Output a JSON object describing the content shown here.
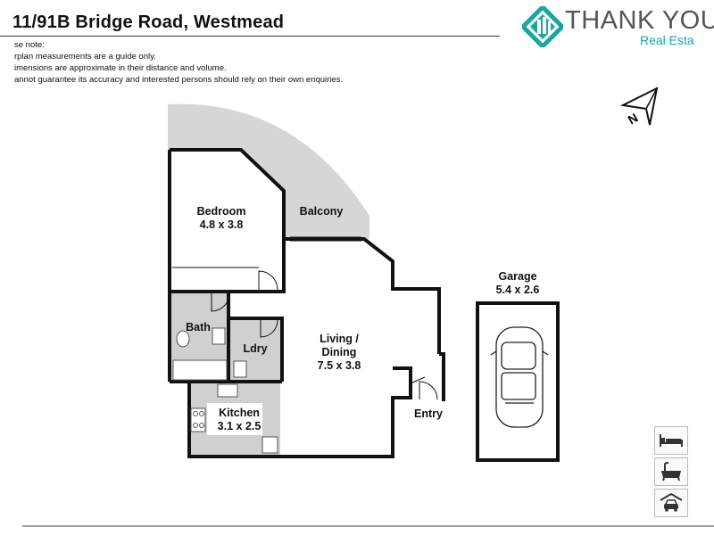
{
  "header": {
    "title": "11/91B Bridge Road, Westmead",
    "notes": [
      "se note:",
      "rplan measurements are a guide only.",
      "imensions are approximate in their distance and volume.",
      "annot guarantee its accuracy and interested persons should rely on their own enquiries."
    ]
  },
  "logo": {
    "name": "THANK YOU",
    "subtitle": "Real Esta",
    "icon": "building-emblem-icon",
    "color": "#1aa6a0"
  },
  "compass": {
    "label": "N",
    "icon": "north-arrow-icon"
  },
  "rooms": {
    "bedroom": {
      "name": "Bedroom",
      "dims": "4.8 x 3.8"
    },
    "balcony": {
      "name": "Balcony"
    },
    "bath": {
      "name": "Bath"
    },
    "laundry": {
      "name": "Ldry"
    },
    "living": {
      "name": "Living /",
      "name2": "Dining",
      "dims": "7.5 x 3.8"
    },
    "kitchen": {
      "name": "Kitchen",
      "dims": "3.1 x 2.5"
    },
    "entry": {
      "name": "Entry"
    },
    "garage": {
      "name": "Garage",
      "dims": "5.4 x 2.6"
    }
  },
  "sidebar_icons": [
    "bed-icon",
    "bath-icon",
    "garage-icon"
  ],
  "colors": {
    "wall": "#111111",
    "balcony_fill": "#d6d6d6",
    "wet_area_fill": "#d0d0d0"
  }
}
